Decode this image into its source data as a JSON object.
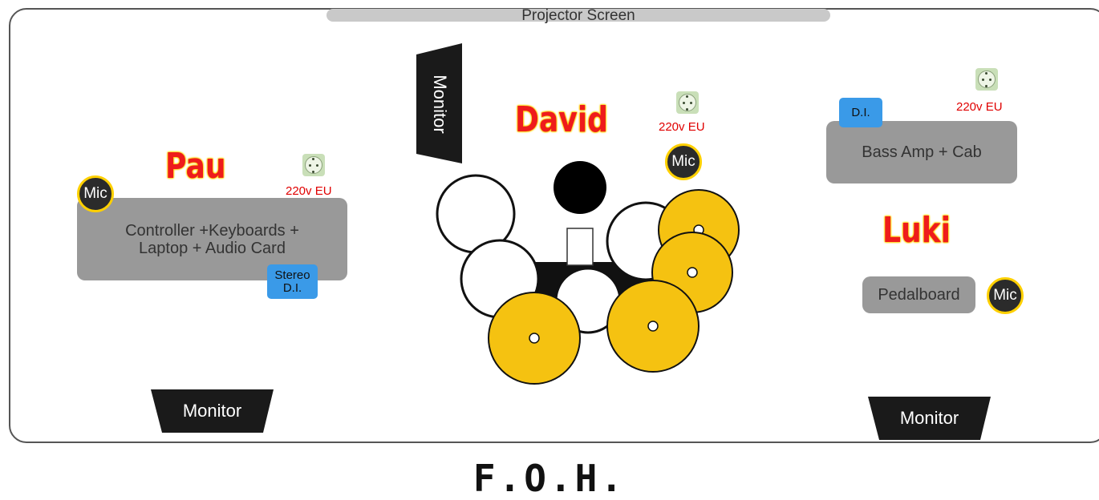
{
  "stage": {
    "projector_label": "Projector Screen",
    "foh_label": "F.O.H."
  },
  "pau": {
    "name": "Pau",
    "mic_label": "Mic",
    "gear_line1": "Controller +Keyboards +",
    "gear_line2": "Laptop + Audio Card",
    "di_line1": "Stereo",
    "di_line2": "D.I.",
    "power_label": "220v EU",
    "monitor_label": "Monitor"
  },
  "david": {
    "name": "David",
    "mic_label": "Mic",
    "power_label": "220v EU",
    "monitor_label": "Monitor"
  },
  "luki": {
    "name": "Luki",
    "amp_label": "Bass Amp + Cab",
    "di_label": "D.I.",
    "power_label": "220v EU",
    "pedalboard_label": "Pedalboard",
    "mic_label": "Mic",
    "monitor_label": "Monitor"
  },
  "colors": {
    "name_text": "#ee1c1c",
    "name_outline": "#ffd400",
    "cymbal": "#f5c211",
    "di_box": "#3a9ae8",
    "gear_box": "#999999",
    "monitor": "#1a1a1a",
    "power_text": "#e00000"
  },
  "icons": {
    "power_outlet": "power-outlet-icon",
    "mic": "mic-icon"
  }
}
